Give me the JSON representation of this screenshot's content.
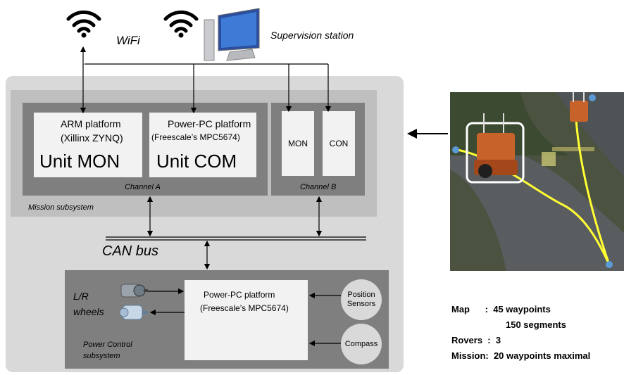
{
  "wifi": {
    "label": "WiFi"
  },
  "supervision": {
    "label": "Supervision station"
  },
  "channel_a": {
    "label": "Channel A",
    "arm": {
      "line1": "ARM platform",
      "line2": "(Xillinx ZYNQ)",
      "unit": "Unit MON"
    },
    "ppc": {
      "line1": "Power-PC platform",
      "line2": "(Freescale’s MPC5674)",
      "unit": "Unit COM"
    }
  },
  "channel_b": {
    "label": "Channel B",
    "mon": "MON",
    "con": "CON"
  },
  "mission": {
    "label": "Mission subsystem"
  },
  "can": {
    "label": "CAN bus"
  },
  "power": {
    "label_line1": "Power Control",
    "label_line2": "subsystem",
    "wheels_line1": "L/R",
    "wheels_line2": "wheels",
    "ppc_line1": "Power-PC platform",
    "ppc_line2": "(Freescale’s MPC5674)",
    "position_line1": "Position",
    "position_line2": "Sensors",
    "compass": "Compass"
  },
  "stats": {
    "map_line1": "Map      :  45 waypoints",
    "map_line2": "150 segments",
    "rovers": "Rovers  :  3",
    "mission": "Mission:  20 waypoints maximal"
  },
  "colors": {
    "outer": "#d9d9d9",
    "mission": "#bfbfbf",
    "channel": "#7f7f7f",
    "box": "#f2f2f2",
    "path": "#ffff33",
    "waypoint": "#5b9bd5"
  }
}
